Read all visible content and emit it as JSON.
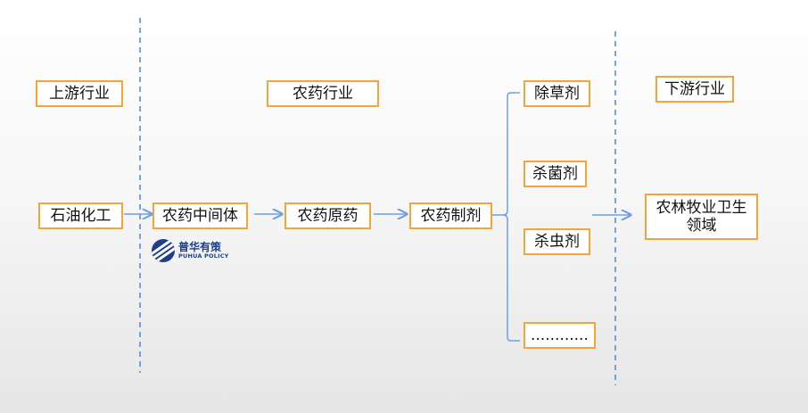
{
  "headers": {
    "upstream": "上游行业",
    "pesticide_industry": "农药行业",
    "downstream": "下游行业"
  },
  "nodes": {
    "petrochemical": "石油化工",
    "intermediate": "农药中间体",
    "technical": "农药原药",
    "formulation": "农药制剂",
    "herbicide": "除草剂",
    "fungicide": "杀菌剂",
    "insecticide": "杀虫剂",
    "ellipsis": "............",
    "agri_line1": "农林牧业卫生",
    "agri_line2": "领域"
  },
  "logo": {
    "name_cn": "普华有策",
    "name_en": "PUHUA POLICY"
  },
  "colors": {
    "box_border": "#f5a43a",
    "arrow": "#6f9fe0",
    "divider": "#4f86d6",
    "logo": "#1f3f86"
  }
}
